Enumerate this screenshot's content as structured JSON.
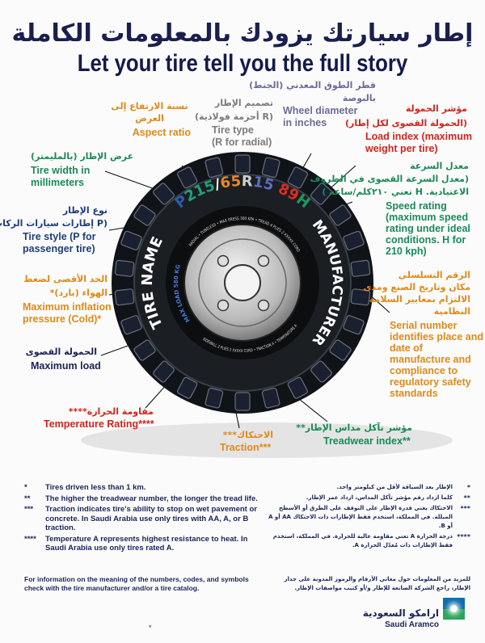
{
  "title": {
    "arabic": "إطار سيارتك يزودك بالمعلومات الكاملة",
    "english": "Let your tire tell you the full story"
  },
  "tire": {
    "name_text": "TIRE NAME",
    "manufacturer_text": "MANUFACTURER",
    "size_code": {
      "style": "P",
      "width": "215",
      "slash": "/",
      "aspect": "65",
      "type": "R",
      "diameter": "15",
      "load": "89",
      "speed": "H"
    },
    "inner_ring_top": "RADIAL • TUBELESS • MAX PRESS 300 KPA • TREAD 4 PLIES 2 XXXXX CORD",
    "inner_ring_bottom": "SIDEWALL 2 PLIES 2 XXXXX CORD • TRACTION A • TEMPERATURE A",
    "max_load_ring": "MAX LOAD 580 KG",
    "colors": {
      "style": "#2a5db0",
      "width": "#1fa37a",
      "aspect": "#e8892a",
      "type": "#cfcfcf",
      "diameter": "#5a6fc0",
      "load": "#e02a22",
      "speed": "#1d9a5c"
    }
  },
  "labels": {
    "aspect_ratio": {
      "ar": "نسبة الارتفاع إلى العرض",
      "en": "Aspect ratio"
    },
    "tire_type": {
      "ar1": "تصميم الإطار",
      "ar2": "(R أحزمة فولاذية)",
      "en1": "Tire type",
      "en2": "(R for radial)"
    },
    "wheel_diameter": {
      "ar1": "قطر الطوق المعدني (الجنط)",
      "ar2": "بالبوصة",
      "en1": "Wheel diameter",
      "en2": "in inches"
    },
    "load_index": {
      "ar1": "مؤشر الحمولة",
      "ar2": "(الحمولة القصوى لكل إطار)",
      "en1": "Load index (maximum",
      "en2": "weight per tire)"
    },
    "speed_rating": {
      "ar1": "معدل السرعة",
      "ar2": "(معدل السرعة القصوى في الظروف",
      "ar3": "الاعتيادية. H تعني ٢١٠كلم/ساعة )",
      "en": "Speed rating (maximum speed rating under ideal conditions. H for 210 kph)"
    },
    "tire_width": {
      "ar": "عرض الإطار (بالمليمتر)",
      "en1": "Tire width in",
      "en2": "millimeters"
    },
    "tire_style": {
      "ar1": "نوع الإطار",
      "ar2": "(P إطارات سيارات الركاب)",
      "en1": "Tire style (P for",
      "en2": "passenger tire)"
    },
    "max_inflation": {
      "ar1": "الحد الأقصى لضغط",
      "ar2": "الهواء (بارد)*",
      "en1": "Maximum inflation",
      "en2": "pressure (Cold)*"
    },
    "max_load": {
      "ar": "الحمولة القصوى",
      "en": "Maximum load"
    },
    "temperature": {
      "ar": "مقاومة الحرارة****",
      "en": "Temperature Rating****"
    },
    "traction": {
      "ar": "الاحتكاك***",
      "en": "Traction***"
    },
    "treadwear": {
      "ar": "مؤشر تآكل مداس الإطار**",
      "en": "Treadwear index**"
    },
    "serial": {
      "ar1": "الرقم التسلسلي",
      "ar2": "مكان وتاريخ الصنع ومدى",
      "ar3": "الالتزام بمعايير السلامة",
      "ar4": "النظامية",
      "en": "Serial number identifies place and date of manufacture and compliance to regulatory safety standards"
    }
  },
  "footnotes_en": [
    {
      "mark": "*",
      "text": "Tires driven less than 1 km."
    },
    {
      "mark": "**",
      "text": "The higher the treadwear number, the longer the tread life."
    },
    {
      "mark": "***",
      "text": "Traction indicates tire's ability to stop on wet pavement or concrete. In Saudi Arabia use only tires with AA, A, or B traction."
    },
    {
      "mark": "****",
      "text": "Temperature A represents highest resistance to heat. In Saudi Arabia use only tires rated A."
    }
  ],
  "footnotes_ar": [
    {
      "mark": "*",
      "text": "الإطار بعد السياقة لأقل من كيلومتر واحد."
    },
    {
      "mark": "**",
      "text": "كلما ازداد رقم مؤشر تآكل المداس، ازداد عمر الإطار."
    },
    {
      "mark": "***",
      "text": "الاحتكاك يعني قدرة الإطار على التوقف على الطرق أو الأسطح المبللة. في المملكة، استخدم فقط الإطارات ذات الاحتكاك AA أو A أو B."
    },
    {
      "mark": "****",
      "text": "درجة الحرارة A تعني مقاومة عالية للحرارة. في المملكة، استخدم فقط الإطارات ذات مُعدّل الحرارة A."
    }
  ],
  "info_en": "For information on the meaning of the numbers, codes, and symbols check with the tire manufacturer and/or a tire catalog.",
  "info_ar": "للمزيد من المعلومات حول معاني الأرقام والرموز المدونة على جدار الإطار، راجع الشركة الصانعة للإطار و/أو كتيب مواصفات الإطار.",
  "logo": {
    "ar": "ارامكو السعودية",
    "en": "Saudi Aramco"
  },
  "bottom_mark": "*"
}
